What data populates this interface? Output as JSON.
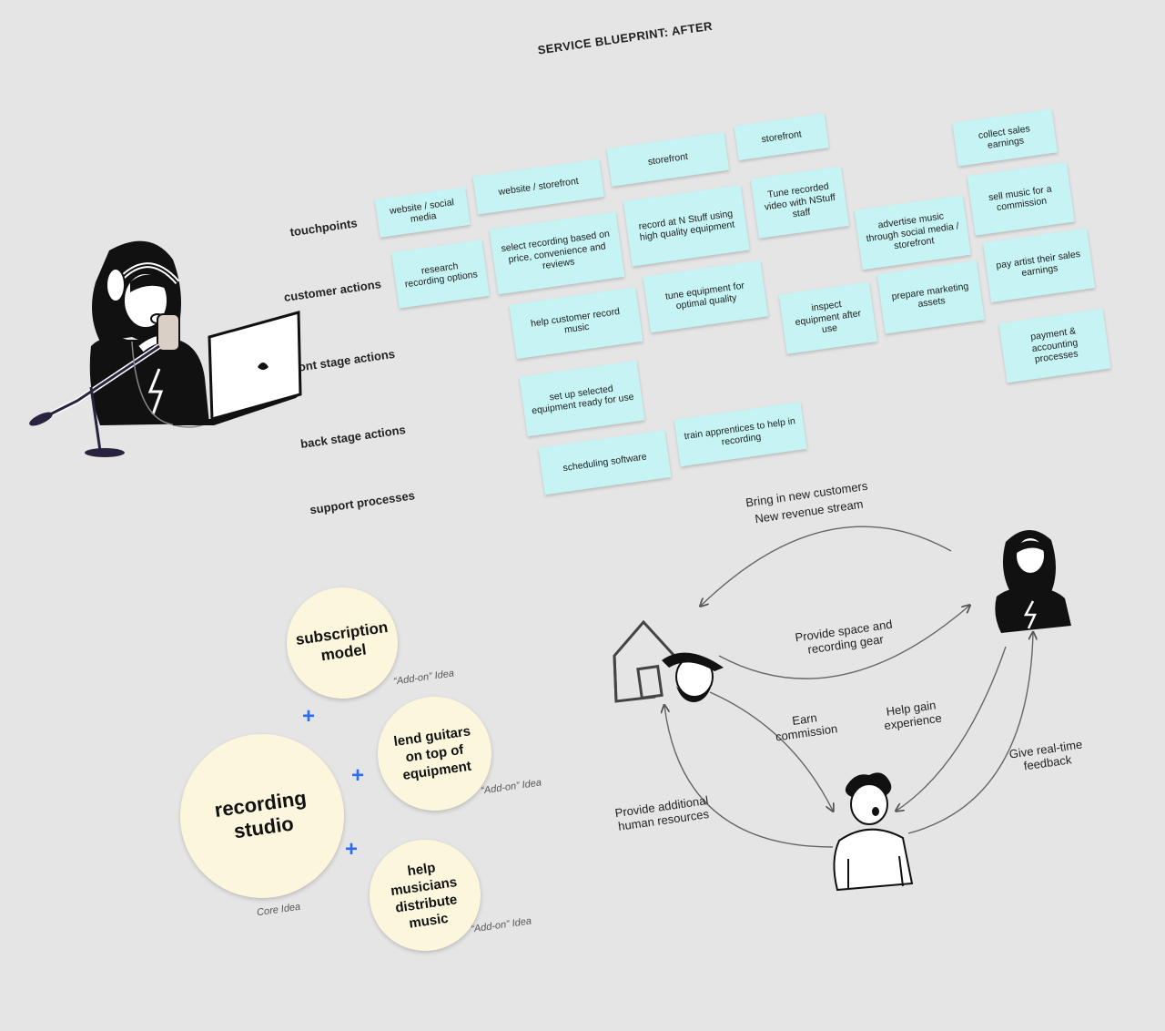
{
  "blueprint": {
    "title": "SERVICE BLUEPRINT: AFTER",
    "lanes": [
      "touchpoints",
      "customer actions",
      "front stage actions",
      "back stage actions",
      "support processes"
    ],
    "stickies": {
      "tp1": "website / social media",
      "tp2": "website / storefront",
      "tp3": "storefront",
      "tp4": "storefront",
      "tp5": "collect sales earnings",
      "ca1": "research recording options",
      "ca2": "select recording based on price, convenience and reviews",
      "ca3": "record at N Stuff using high quality equipment",
      "ca4": "Tune recorded video with NStuff staff",
      "ca5": "advertise music through social media / storefront",
      "ca6": "sell music for a commission",
      "fs1": "help customer record music",
      "fs2": "tune equipment for optimal quality",
      "fs3": "inspect equipment after use",
      "fs4": "prepare marketing assets",
      "fs5": "pay artist their sales earnings",
      "bs1": "set up selected equipment ready for use",
      "bs2": "payment & accounting processes",
      "sp1": "scheduling software",
      "sp2": "train apprentices to help in recording"
    }
  },
  "ideas": {
    "core": {
      "label": "recording studio",
      "caption": "Core Idea"
    },
    "addons": [
      {
        "label": "subscription model",
        "caption": "“Add-on” Idea"
      },
      {
        "label": "lend guitars on top of equipment",
        "caption": "“Add-on” Idea"
      },
      {
        "label": "help musicians distribute music",
        "caption": "“Add-on” Idea"
      }
    ],
    "plus_symbol": "+"
  },
  "value_flow": {
    "labels": {
      "top": "Bring in new customers",
      "top2": "New revenue stream",
      "middle": "Provide space and recording gear",
      "earn": "Earn commission",
      "help": "Help gain experience",
      "feedback": "Give real-time feedback",
      "resources": "Provide additional human resources"
    }
  }
}
